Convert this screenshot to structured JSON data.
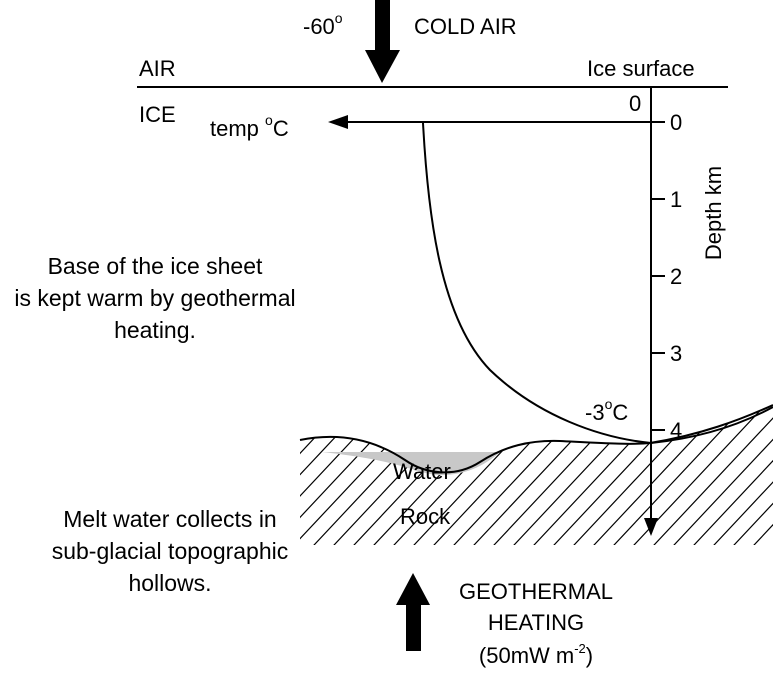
{
  "top": {
    "air_temp": "-60",
    "air_temp_degree": "o",
    "cold_air": "COLD AIR"
  },
  "layers": {
    "air": "AIR",
    "ice": "ICE",
    "ice_surface": "Ice surface"
  },
  "temperature_axis": {
    "label_prefix": "temp ",
    "label_degree": "o",
    "label_unit": "C",
    "zero_label": "0",
    "base_temp_prefix": "-3",
    "base_temp_degree": "o",
    "base_temp_unit": "C"
  },
  "depth_axis": {
    "title": "Depth km",
    "ticks": [
      "0",
      "1",
      "2",
      "3",
      "4"
    ]
  },
  "notes": {
    "warm_base": [
      "Base of the ice sheet",
      "is kept warm by geothermal",
      "heating."
    ],
    "melt_water": [
      "Melt water collects in",
      "sub-glacial topographic",
      "hollows."
    ]
  },
  "ground": {
    "water": "Water",
    "rock": "Rock"
  },
  "geothermal": {
    "line1": "GEOTHERMAL",
    "line2": "HEATING",
    "flux_prefix": "(50mW m",
    "flux_exponent": "-2",
    "flux_suffix": ")"
  },
  "colors": {
    "ink": "#000000",
    "water_fill": "#c8c8c8",
    "background": "#ffffff"
  }
}
